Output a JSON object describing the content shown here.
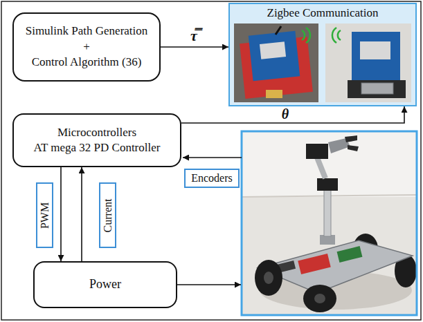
{
  "diagram": {
    "nodes": [
      {
        "text": [
          "Simulink Path Generation",
          "+",
          "Control Algorithm (36)"
        ]
      },
      {
        "text": [
          "Zigbee Communication"
        ]
      },
      {
        "text": [
          "Microcontrollers",
          "AT mega 32 PD Controller"
        ]
      },
      {
        "text": [
          "Encoders"
        ]
      },
      {
        "text": [
          "PWM"
        ]
      },
      {
        "text": [
          "Current"
        ]
      },
      {
        "text": [
          "Power"
        ]
      }
    ],
    "edges": [
      {
        "from": 0,
        "to": 1,
        "label": "τ̿",
        "arrow": "to"
      },
      {
        "from": 2,
        "to": 1,
        "label": "θ",
        "arrow": "to"
      },
      {
        "from": 2,
        "to": 6,
        "arrow": "to"
      },
      {
        "from": 6,
        "to": 2,
        "arrow": "to"
      }
    ]
  }
}
